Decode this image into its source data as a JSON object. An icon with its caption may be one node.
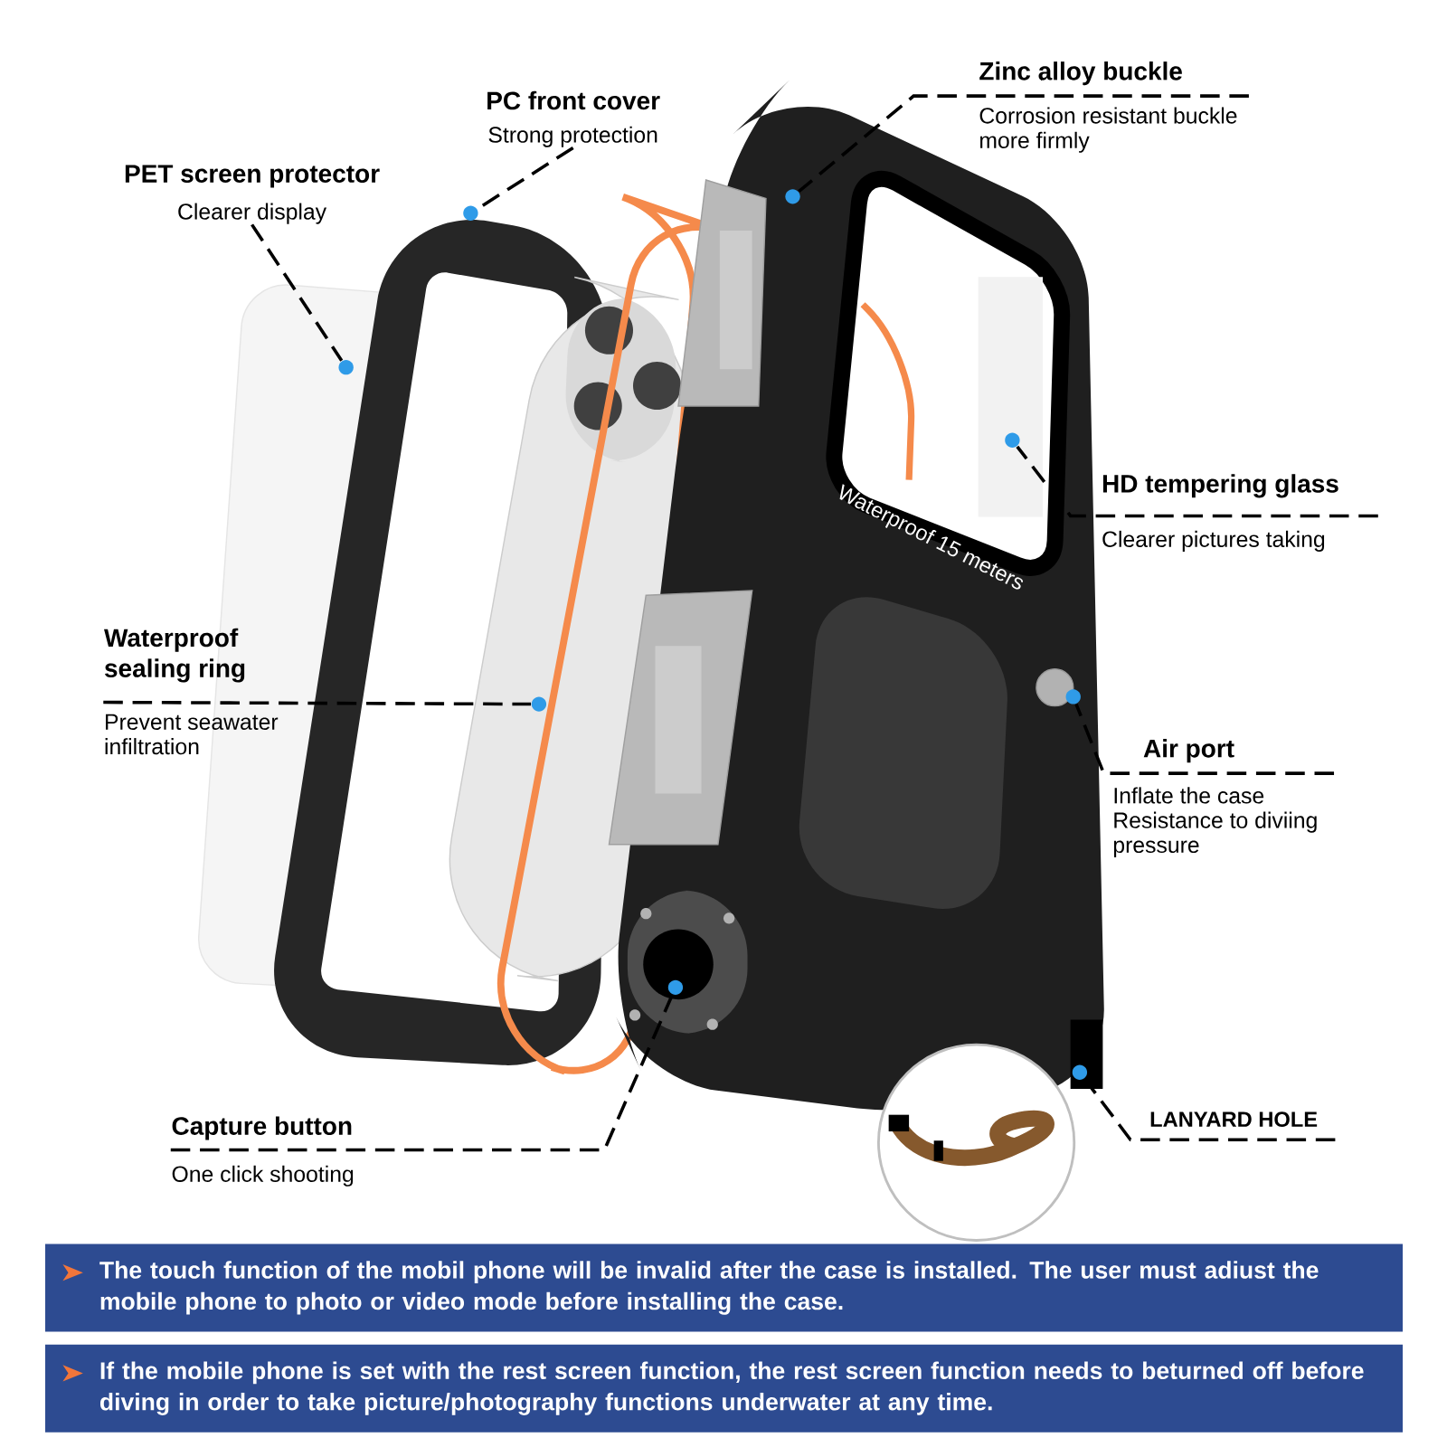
{
  "diagram": {
    "nodes": [
      {
        "text": [
          "PET screen protector",
          "Clearer display"
        ]
      },
      {
        "text": [],
        "shape": "circle"
      },
      {
        "text": [
          "PC front cover",
          "Strong protection"
        ]
      },
      {
        "text": [],
        "shape": "circle"
      },
      {
        "text": [
          "Zinc alloy buckle",
          "Corrosion resistant buckle more firmly"
        ]
      },
      {
        "text": [],
        "shape": "circle"
      },
      {
        "text": [
          "HD tempering glass",
          "Clearer pictures taking"
        ]
      },
      {
        "text": [],
        "shape": "circle"
      },
      {
        "text": [
          "Waterproof sealing ring",
          "Prevent seawater infiltration"
        ]
      },
      {
        "text": [],
        "shape": "circle"
      },
      {
        "text": [
          "Air port",
          "Inflate the case Resistance to diviing pressure"
        ]
      },
      {
        "text": [],
        "shape": "circle"
      },
      {
        "text": [
          "Capture button",
          "One click shooting"
        ]
      },
      {
        "text": [],
        "shape": "circle"
      },
      {
        "text": [
          "LANYARD HOLE"
        ]
      },
      {
        "text": [],
        "shape": "circle"
      },
      {
        "text": [
          "The touch function of the mobil phone will be invalid after the case is installed. The user must adiust the mobile phone to photo or video mode before installing the case."
        ]
      },
      {
        "text": [
          "If the mobile phone is set with the rest screen function, the rest screen function needs to beturned off before diving in order to take picture/photography functions underwater at any time."
        ]
      }
    ],
    "edges": [
      {
        "from": 0,
        "to": 1,
        "arrow": "none"
      },
      {
        "from": 2,
        "to": 3,
        "arrow": "none"
      },
      {
        "from": 4,
        "to": 5,
        "arrow": "none"
      },
      {
        "from": 6,
        "to": 7,
        "arrow": "none"
      },
      {
        "from": 8,
        "to": 9,
        "arrow": "none"
      },
      {
        "from": 10,
        "to": 11,
        "arrow": "none"
      },
      {
        "from": 12,
        "to": 13,
        "arrow": "none"
      },
      {
        "from": 14,
        "to": 15,
        "arrow": "none"
      }
    ],
    "labels": [
      "Waterproof 15 meters"
    ]
  }
}
